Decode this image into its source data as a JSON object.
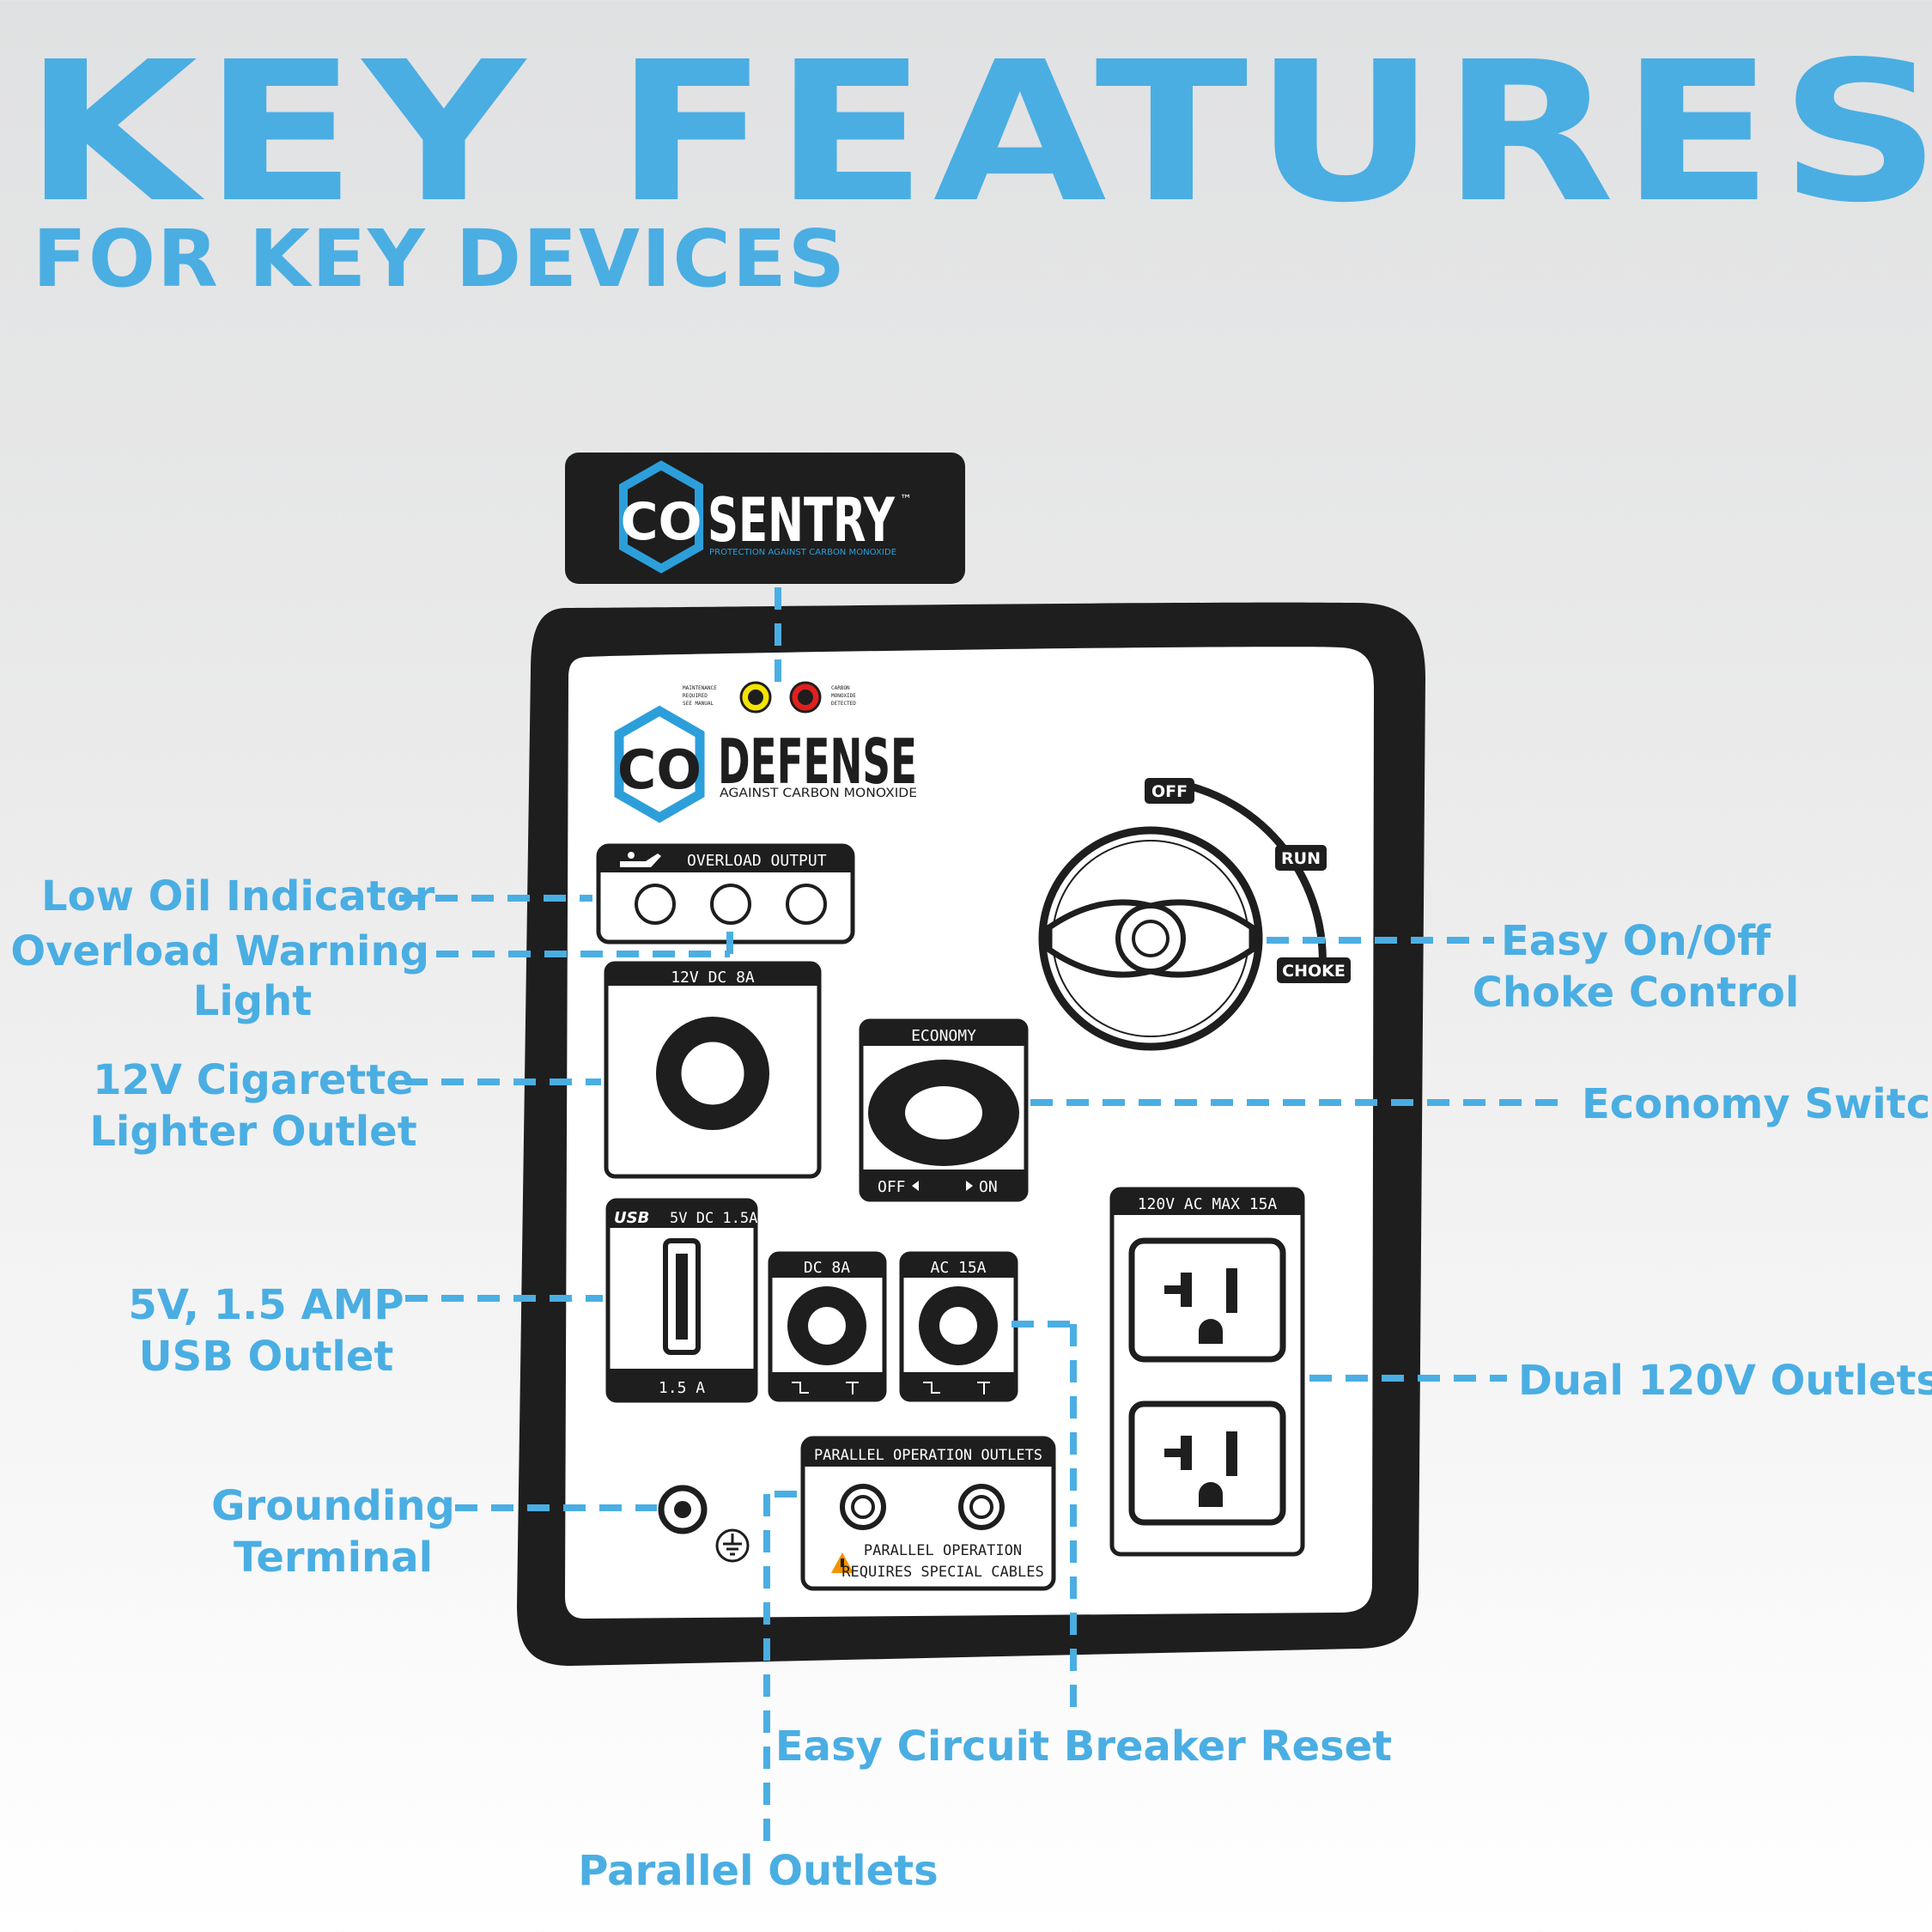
{
  "header": {
    "title": "KEY FEATURES",
    "subtitle": "FOR KEY DEVICES"
  },
  "colors": {
    "accent": "#4aaee3",
    "panel_border": "#1e1e1e",
    "panel_face": "#ffffff",
    "indicator_yellow": "#f5e400",
    "indicator_red": "#e0201f",
    "warning": "#f39200"
  },
  "co_sentry_badge": {
    "co": "CO",
    "brand": "SENTRY",
    "tm": "™",
    "tagline": "PROTECTION AGAINST CARBON MONOXIDE",
    "icon": "hexagon-icon"
  },
  "panel": {
    "indicators": {
      "maintenance_label": [
        "MAINTENANCE",
        "REQUIRED",
        "SEE MANUAL"
      ],
      "co_label": [
        "CARBON",
        "MONOXIDE",
        "DETECTED"
      ]
    },
    "co_defense": {
      "co": "CO",
      "brand": "DEFENSE",
      "tagline": "AGAINST CARBON MONOXIDE",
      "icon": "hexagon-icon"
    },
    "overload_output": {
      "label": "OVERLOAD OUTPUT",
      "icon": "oil-can-icon"
    },
    "dc12": {
      "label": "12V DC 8A"
    },
    "economy": {
      "label": "ECONOMY",
      "off": "OFF",
      "on": "ON"
    },
    "usb": {
      "label": "5V DC 1.5A",
      "logo": "USB",
      "bottom": "1.5 A",
      "icon": "usb-icon"
    },
    "dc8": {
      "label": "DC 8A"
    },
    "ac15": {
      "label": "AC 15A"
    },
    "ac_outlets": {
      "label": "120V AC MAX 15A"
    },
    "parallel": {
      "label": "PARALLEL OPERATION OUTLETS",
      "warning_line1": "PARALLEL OPERATION",
      "warning_line2": "REQUIRES SPECIAL CABLES",
      "icon": "warning-triangle-icon"
    },
    "choke": {
      "off": "OFF",
      "run": "RUN",
      "choke": "CHOKE",
      "icon": "choke-knob-icon"
    },
    "ground_icon": "ground-symbol-icon"
  },
  "callouts": {
    "low_oil": "Low Oil Indicator",
    "overload": [
      "Overload Warning",
      "Light"
    ],
    "cigarette": [
      "12V Cigarette",
      "Lighter Outlet"
    ],
    "usb": [
      "5V, 1.5 AMP",
      "USB Outlet"
    ],
    "grounding": [
      "Grounding",
      "Terminal"
    ],
    "onoff": [
      "Easy On/Off",
      "Choke Control"
    ],
    "economy": "Economy Switch",
    "dual120": "Dual 120V Outlets",
    "breaker": "Easy Circuit Breaker Reset",
    "parallel": "Parallel Outlets"
  }
}
